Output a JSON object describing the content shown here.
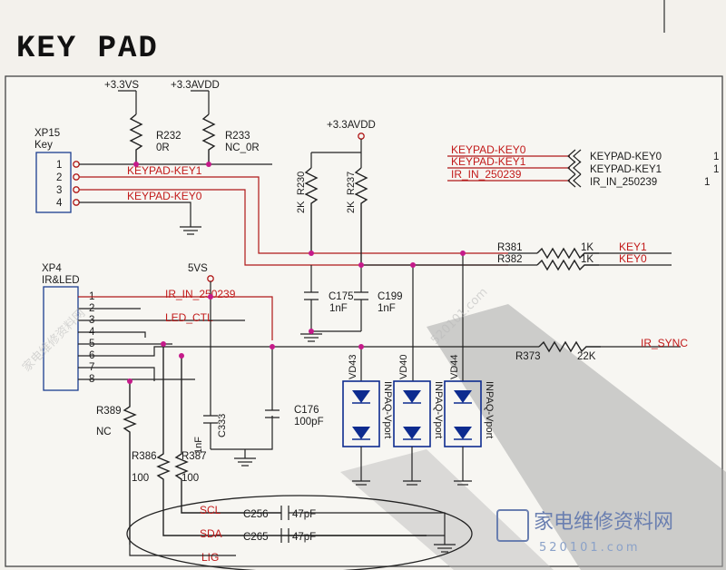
{
  "title": "KEY PAD",
  "connectors": {
    "xp15": {
      "ref": "XP15",
      "name": "Key",
      "pins": [
        "1",
        "2",
        "3",
        "4"
      ]
    },
    "xp4": {
      "ref": "XP4",
      "name": "IR&LED",
      "pins": [
        "1",
        "2",
        "3",
        "4",
        "5",
        "6",
        "7",
        "8"
      ]
    }
  },
  "power": {
    "v33vs": "+3.3VS",
    "v33avdd_top": "+3.3AVDD",
    "v33avdd_mid": "+3.3AVDD",
    "v5vs": "5VS"
  },
  "resistors": {
    "r232": {
      "ref": "R232",
      "value": "0R"
    },
    "r233": {
      "ref": "R233",
      "value": "NC_0R"
    },
    "r230": {
      "ref": "R230",
      "value": "2K"
    },
    "r237": {
      "ref": "R237",
      "value": "2K"
    },
    "r381": {
      "ref": "R381",
      "value": "1K"
    },
    "r382": {
      "ref": "R382",
      "value": "1K"
    },
    "r373": {
      "ref": "R373",
      "value": "22K"
    },
    "r389": {
      "ref": "R389",
      "value": "NC"
    },
    "r386": {
      "ref": "R386",
      "value": "100"
    },
    "r387": {
      "ref": "R387",
      "value": "100"
    }
  },
  "capacitors": {
    "c175": {
      "ref": "C175",
      "value": "1nF"
    },
    "c199": {
      "ref": "C199",
      "value": "1nF"
    },
    "c333": {
      "ref": "C333",
      "value": "1nF"
    },
    "c176": {
      "ref": "C176",
      "value": "100pF"
    },
    "c256": {
      "ref": "C256",
      "value": "47pF"
    },
    "c265": {
      "ref": "C265",
      "value": "47pF"
    }
  },
  "tvs": [
    {
      "ref": "VD43",
      "part": "INPAQ-Vport"
    },
    {
      "ref": "VD40",
      "part": "INPAQ-Vport"
    },
    {
      "ref": "VD44",
      "part": "INPAQ-Vport"
    }
  ],
  "nets": {
    "keypad_key1": "KEYPAD-KEY1",
    "keypad_key0": "KEYPAD-KEY0",
    "ir_in": "IR_IN_250239",
    "led_ctl": "LED_CTL",
    "key1": "KEY1",
    "key0": "KEY0",
    "ir_sync": "IR_SYNC",
    "scl": "SCL",
    "sda": "SDA",
    "lig": "LIG"
  },
  "ports": [
    {
      "net": "KEYPAD-KEY0",
      "label": "KEYPAD-KEY0",
      "page": "1"
    },
    {
      "net": "KEYPAD-KEY1",
      "label": "KEYPAD-KEY1",
      "page": "1"
    },
    {
      "net": "IR_IN_250239",
      "label": "IR_IN_250239",
      "page": "1"
    }
  ],
  "watermark": {
    "brand": "家电维修资料网",
    "url": "520101.com"
  },
  "colors": {
    "net_label": "#c21a1a",
    "tvs": "#0d2b8f",
    "junction": "#c51a8a"
  }
}
